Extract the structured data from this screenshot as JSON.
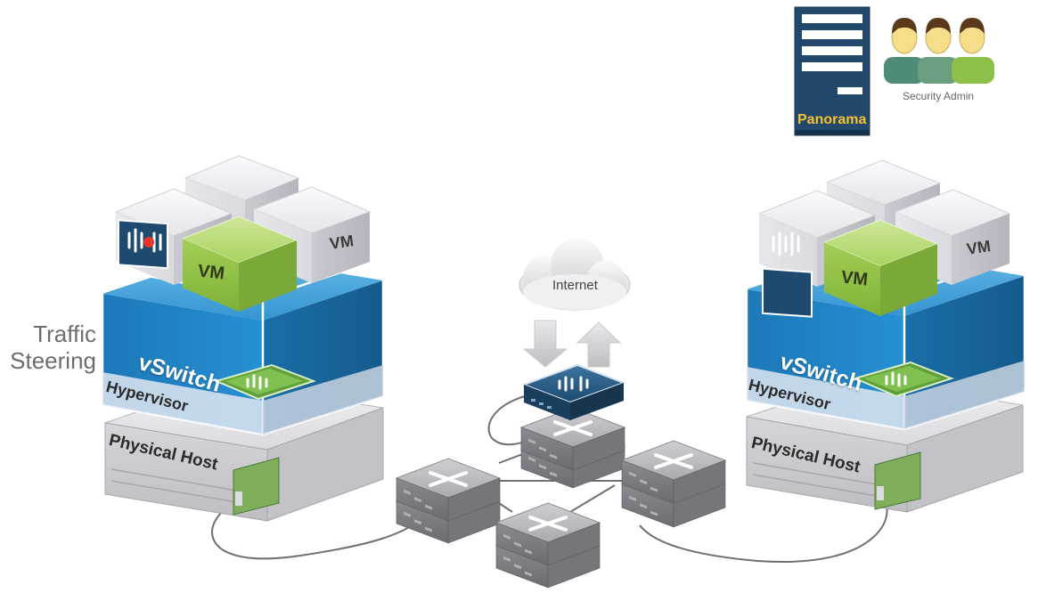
{
  "labels": {
    "traffic": "Traffic",
    "steering": "Steering",
    "vm": "VM",
    "vswitch": "vSwitch",
    "hypervisor": "Hypervisor",
    "physical_host": "Physical Host",
    "internet": "Internet",
    "panorama": "Panorama",
    "security_admin": "Security Admin"
  },
  "colors": {
    "vswitch_blue": "#1f87c9",
    "vm_green": "#9bc84e",
    "firewall_navy": "#1d4a6e",
    "panorama_navy": "#22496b",
    "panorama_text": "#f2c230",
    "admin_green": "#6fa043",
    "admin_teal": "#4f8c78",
    "alert_red": "#e8352b"
  },
  "icons": {
    "firewall": "palo-alto-logo-icon",
    "server": "panorama-server-icon",
    "users": "security-admin-users-icon",
    "cloud": "cloud-icon",
    "switch": "network-switch-icon"
  }
}
